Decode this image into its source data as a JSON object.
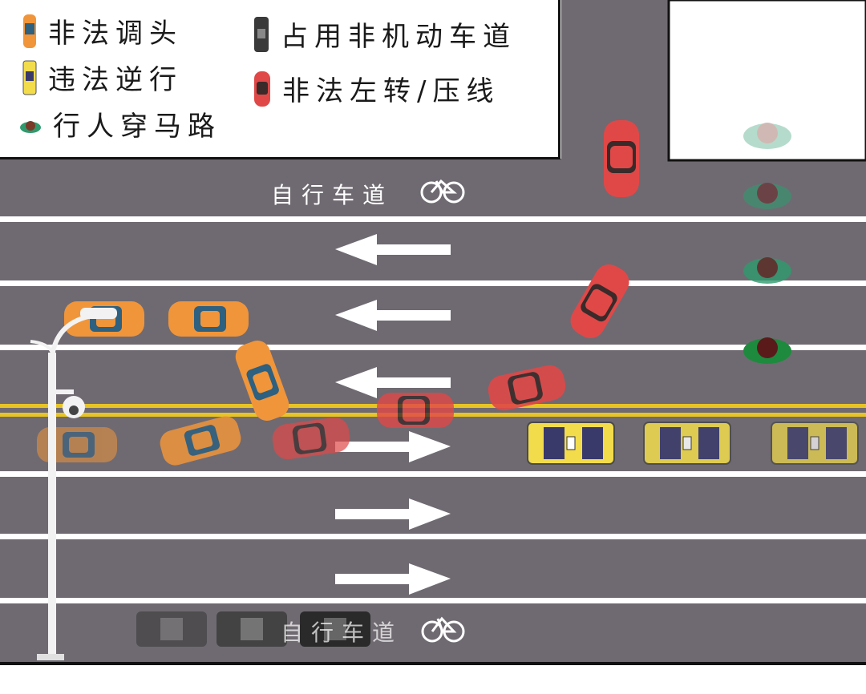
{
  "legend": {
    "items": [
      {
        "label": "非法调头",
        "icon": "orange-car-icon",
        "color": "#f0953a"
      },
      {
        "label": "违法逆行",
        "icon": "yellow-car-icon",
        "color": "#f2dc4c"
      },
      {
        "label": "行人穿马路",
        "icon": "pedestrian-icon",
        "color": "#7a4a3a"
      },
      {
        "label": "占用非机动车道",
        "icon": "black-car-icon",
        "color": "#3a3a3a"
      },
      {
        "label": "非法左转/压线",
        "icon": "red-car-icon",
        "color": "#e04848"
      }
    ]
  },
  "road": {
    "top_bike_lane_label": "自行车道",
    "bottom_bike_lane_label": "自行车道",
    "bike_icon": "bicycle-icon"
  },
  "colors": {
    "asphalt": "#6f6a71",
    "lane_line": "#ffffff",
    "center_line": "#e7c425",
    "orange_car": "#f0953a",
    "red_car": "#e04848",
    "taxi": "#f2dc4c",
    "dark_car": "#3a3a3a",
    "pedestrian": "#2f9a6e"
  }
}
